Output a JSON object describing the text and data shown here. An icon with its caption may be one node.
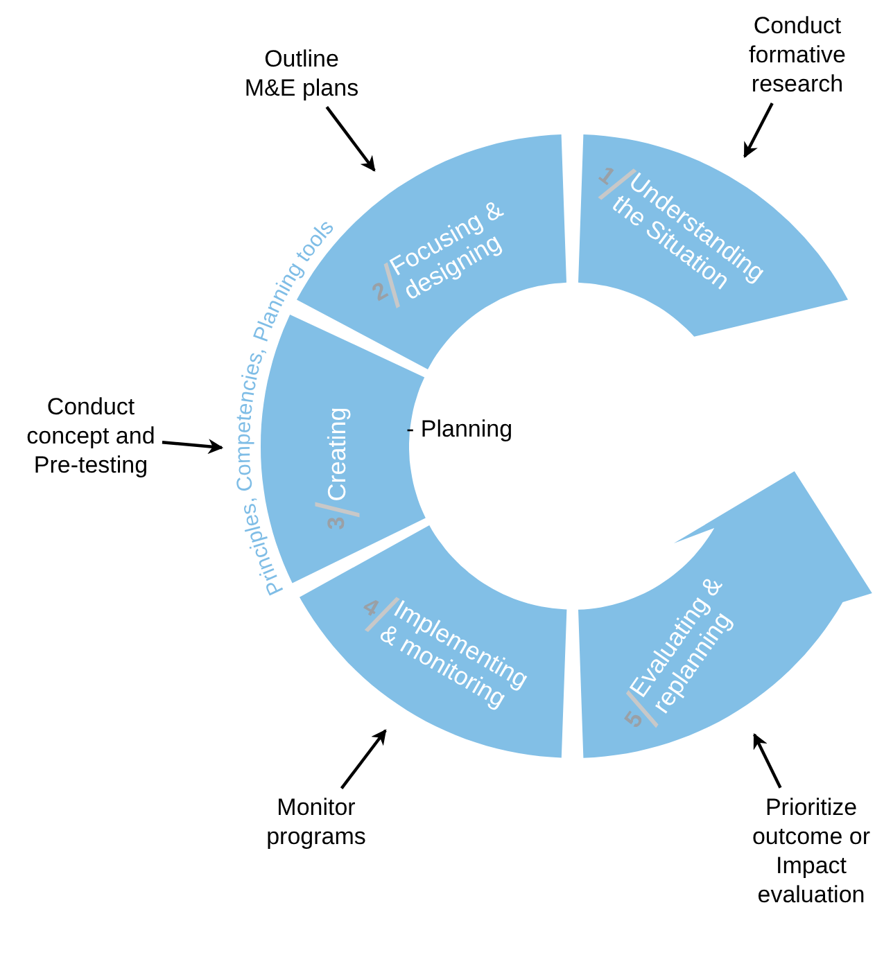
{
  "diagram": {
    "nodes": [
      {
        "text": [
          "1",
          "Understanding the Situation"
        ]
      },
      {
        "text": [
          "2",
          "Focusing & designing"
        ]
      },
      {
        "text": [
          "3",
          "Creating"
        ]
      },
      {
        "text": [
          "4",
          "Implementing & monitoring"
        ]
      },
      {
        "text": [
          "5",
          "Evaluating & replanning"
        ]
      },
      {
        "text": [
          "Conduct formative research"
        ]
      },
      {
        "text": [
          "Outline M&E plans"
        ]
      },
      {
        "text": [
          "Conduct concept and Pre-testing"
        ]
      },
      {
        "text": [
          "Monitor programs"
        ]
      },
      {
        "text": [
          "Prioritize outcome or Impact evaluation"
        ]
      }
    ],
    "edges": [
      {
        "from": 5,
        "to": 0,
        "arrow": "to"
      },
      {
        "from": 6,
        "to": 1,
        "arrow": "to"
      },
      {
        "from": 7,
        "to": 2,
        "arrow": "to"
      },
      {
        "from": 8,
        "to": 3,
        "arrow": "to"
      },
      {
        "from": 9,
        "to": 4,
        "arrow": "to"
      }
    ],
    "labels": [
      "- Planning",
      "Principles, Competencies, Planning tools"
    ]
  }
}
